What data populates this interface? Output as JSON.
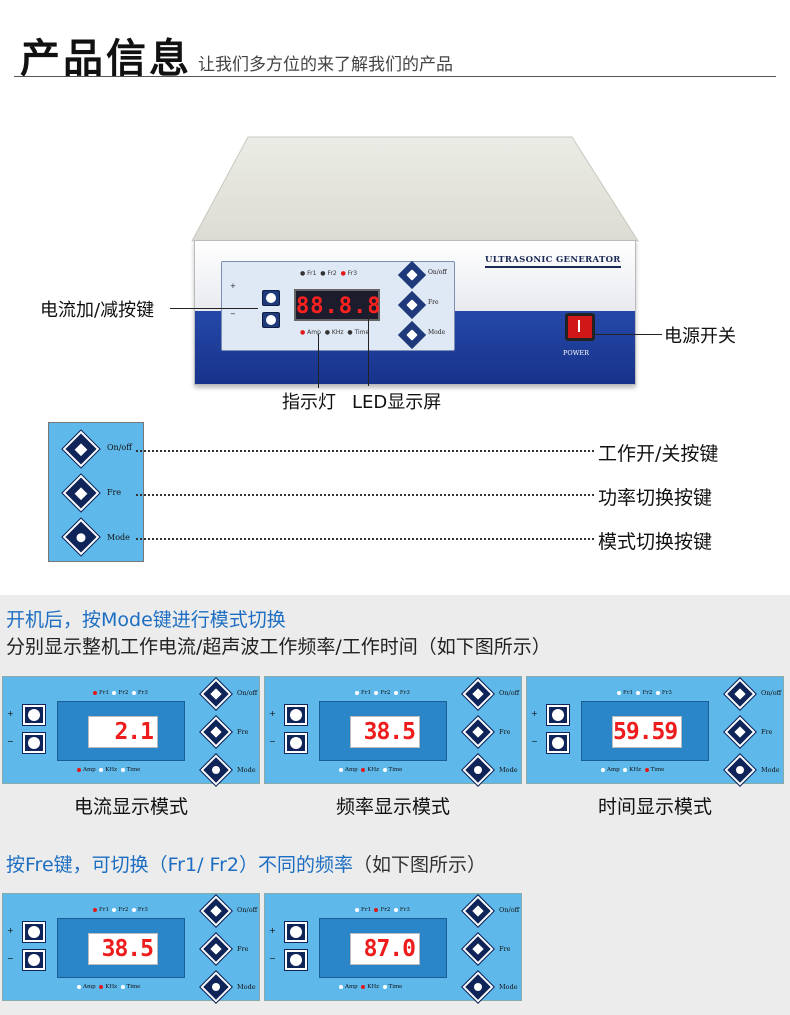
{
  "header": {
    "title": "产品信息",
    "subtitle": "让我们多方位的来了解我们的产品"
  },
  "device": {
    "brand": "ULTRASONIC GENERATOR",
    "lcd": "88.8.8",
    "power_label": "POWER",
    "freq_indicators": [
      "Fr1",
      "Fr2",
      "Fr3"
    ],
    "mode_indicators": [
      "Amp",
      "KHz",
      "Time"
    ],
    "key_labels": [
      "On/off",
      "Fre",
      "Mode"
    ],
    "plus": "+",
    "minus": "−"
  },
  "callouts": {
    "adjust": "电流加/减按键",
    "power_switch": "电源开关",
    "indicator": "指示灯",
    "led": "LED显示屏"
  },
  "keys": [
    {
      "label": "On/off",
      "desc": "工作开/关按键"
    },
    {
      "label": "Fre",
      "desc": "功率切换按键"
    },
    {
      "label": "Mode",
      "desc": "模式切换按键"
    }
  ],
  "section1": {
    "heading": "开机后，按Mode键进行模式切换",
    "text": "分别显示整机工作电流/超声波工作频率/工作时间（如下图所示）",
    "panels": [
      {
        "value": "2.1",
        "caption": "电流显示模式",
        "freq_on": 0,
        "mode_on": 0
      },
      {
        "value": "38.5",
        "caption": "频率显示模式",
        "freq_on": -1,
        "mode_on": 1
      },
      {
        "value": "59.59",
        "caption": "时间显示模式",
        "freq_on": -1,
        "mode_on": 2
      }
    ]
  },
  "section2": {
    "heading": "按Fre键，可切换（Fr1/ Fr2）不同的频率",
    "heading_suffix": "（如下图所示）",
    "panels": [
      {
        "value": "38.5",
        "freq_on": 0,
        "mode_on": 1
      },
      {
        "value": "87.0",
        "freq_on": 1,
        "mode_on": 1
      }
    ]
  },
  "colors": {
    "accent_blue": "#1d6ec2",
    "panel_blue": "#5fb8ea",
    "device_blue": "#17328a",
    "led_red": "#ee1c1c",
    "section_bg": "#ececec"
  }
}
